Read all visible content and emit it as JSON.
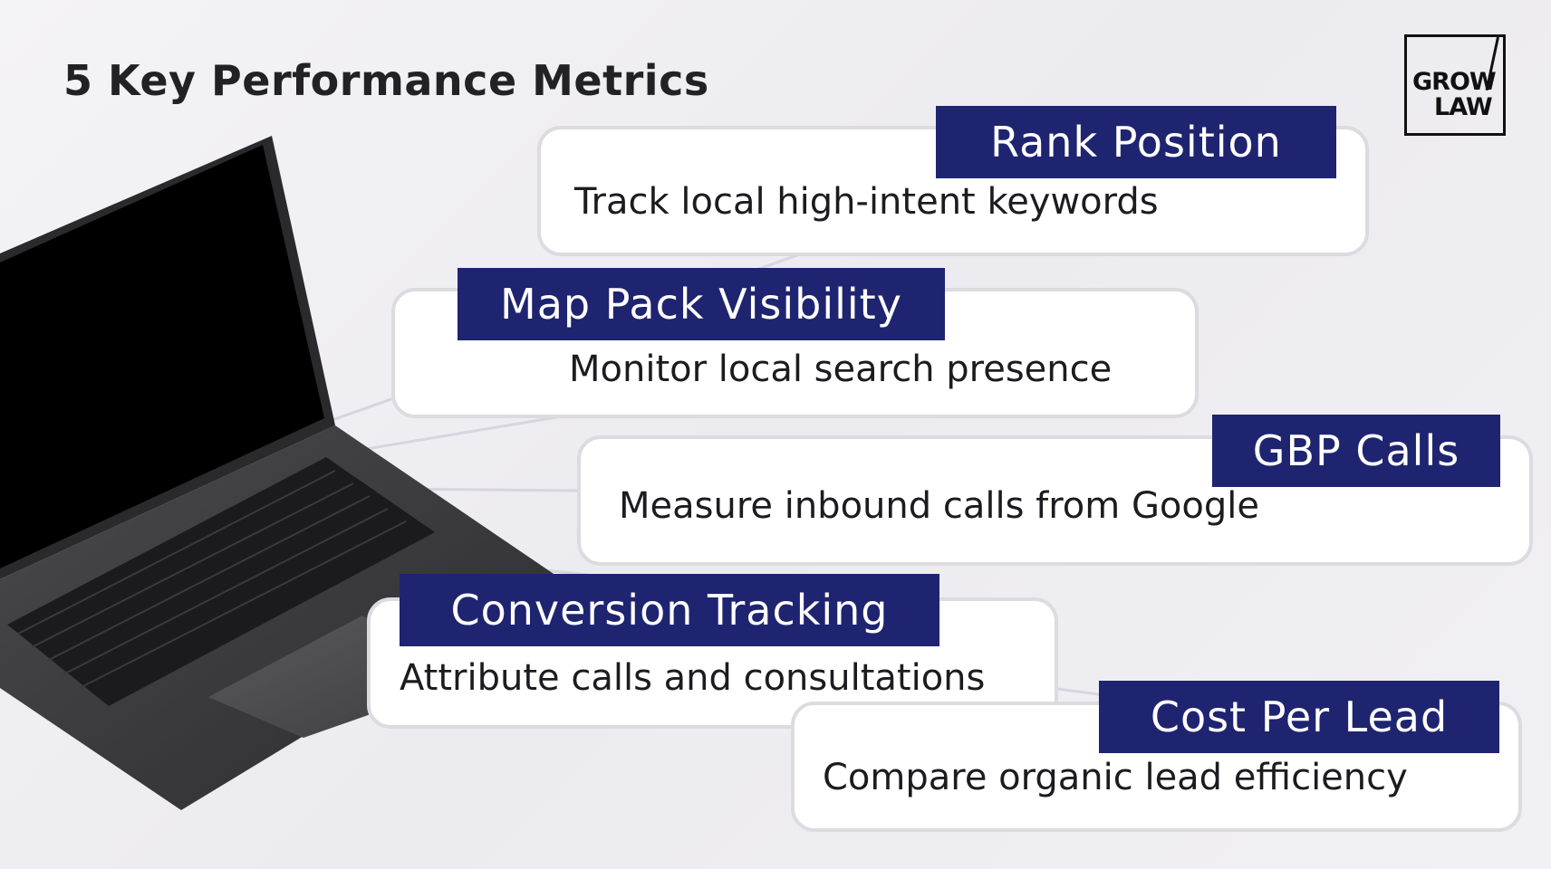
{
  "title": "5 Key Performance Metrics",
  "logo": {
    "line1": "GROW",
    "line2": "LAW"
  },
  "metrics": [
    {
      "label": "Rank Position",
      "description": "Track local high-intent keywords"
    },
    {
      "label": "Map Pack Visibility",
      "description": "Monitor local search presence"
    },
    {
      "label": "GBP Calls",
      "description": "Measure inbound calls from Google"
    },
    {
      "label": "Conversion Tracking",
      "description": "Attribute calls and consultations"
    },
    {
      "label": "Cost Per Lead",
      "description": "Compare organic lead efficiency"
    }
  ],
  "colors": {
    "badge": "#1f2471",
    "card_border": "#dcdbe0",
    "title": "#222226"
  }
}
